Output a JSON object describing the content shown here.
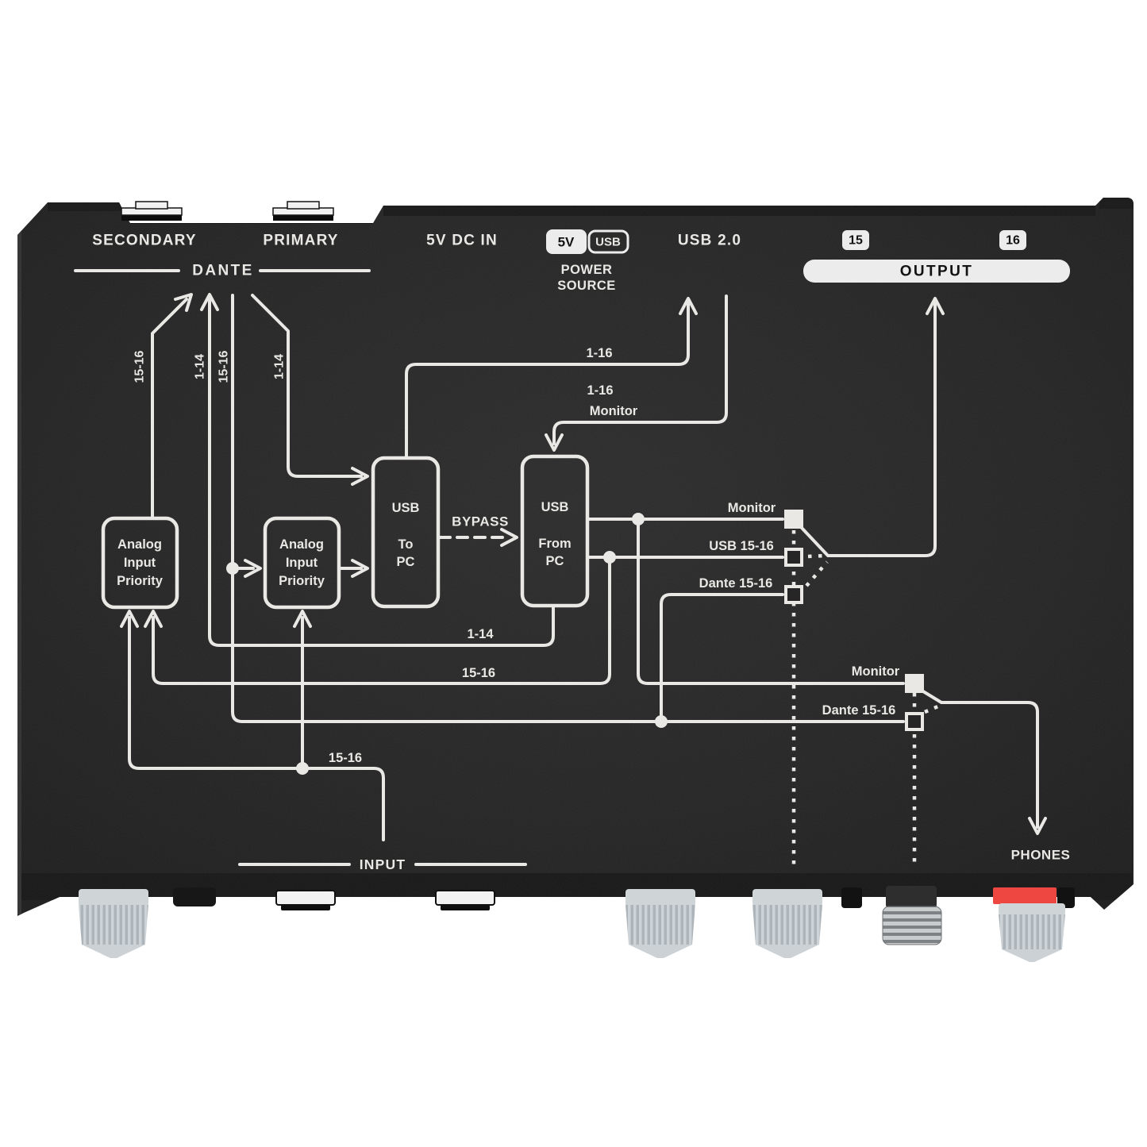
{
  "panel_top": {
    "secondary": "SECONDARY",
    "primary": "PRIMARY",
    "dante": "DANTE",
    "dc_in": "5V DC IN",
    "power_badge": {
      "v5": "5V",
      "usb": "USB"
    },
    "power_source_line1": "POWER",
    "power_source_line2": "SOURCE",
    "usb2": "USB 2.0",
    "ch15": "15",
    "ch16": "16",
    "output": "OUTPUT"
  },
  "panel_bottom": {
    "input": "INPUT",
    "phones": "PHONES"
  },
  "diagram": {
    "boxes": {
      "analog_left": [
        "Analog",
        "Input",
        "Priority"
      ],
      "analog_right": [
        "Analog",
        "Input",
        "Priority"
      ],
      "usb_to_pc": [
        "USB",
        "To",
        "PC"
      ],
      "usb_from_pc": [
        "USB",
        "From",
        "PC"
      ]
    },
    "labels": {
      "dante_out_15_16": "15-16",
      "dante_out_1_14": "1-14",
      "dante_in_15_16": "15-16",
      "dante_in_1_14": "1-14",
      "to_usb_1_16": "1-16",
      "from_usb_1_16": "1-16",
      "from_usb_monitor": "Monitor",
      "bypass": "BYPASS",
      "sw1_monitor": "Monitor",
      "sw1_usb_15_16": "USB 15-16",
      "sw1_dante_15_16": "Dante 15-16",
      "from_pc_1_14": "1-14",
      "usb_return_15_16": "15-16",
      "sw2_monitor": "Monitor",
      "sw2_dante_15_16": "Dante 15-16",
      "analog_in_15_16": "15-16"
    }
  },
  "colors": {
    "background": "#ffffff",
    "chassis": "#262626",
    "print": "#e9e8e5",
    "label_plate": "#ececec",
    "plate_text": "#111111",
    "knob": "#c8cdd1",
    "phones_accent": "#ee4742"
  }
}
